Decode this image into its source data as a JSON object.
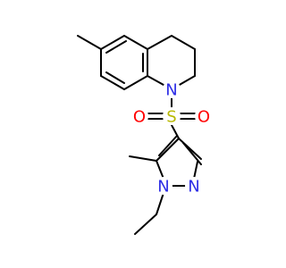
{
  "molecule": {
    "atoms": {
      "n_ring": {
        "label": "N",
        "color": "#2e2ee6"
      },
      "s": {
        "label": "S",
        "color": "#b8b800"
      },
      "o_left": {
        "label": "O",
        "color": "#ff0000"
      },
      "o_right": {
        "label": "O",
        "color": "#ff0000"
      },
      "n1_pyrazole": {
        "label": "N",
        "color": "#2e2ee6"
      },
      "n2_pyrazole": {
        "label": "N",
        "color": "#2e2ee6"
      }
    }
  }
}
